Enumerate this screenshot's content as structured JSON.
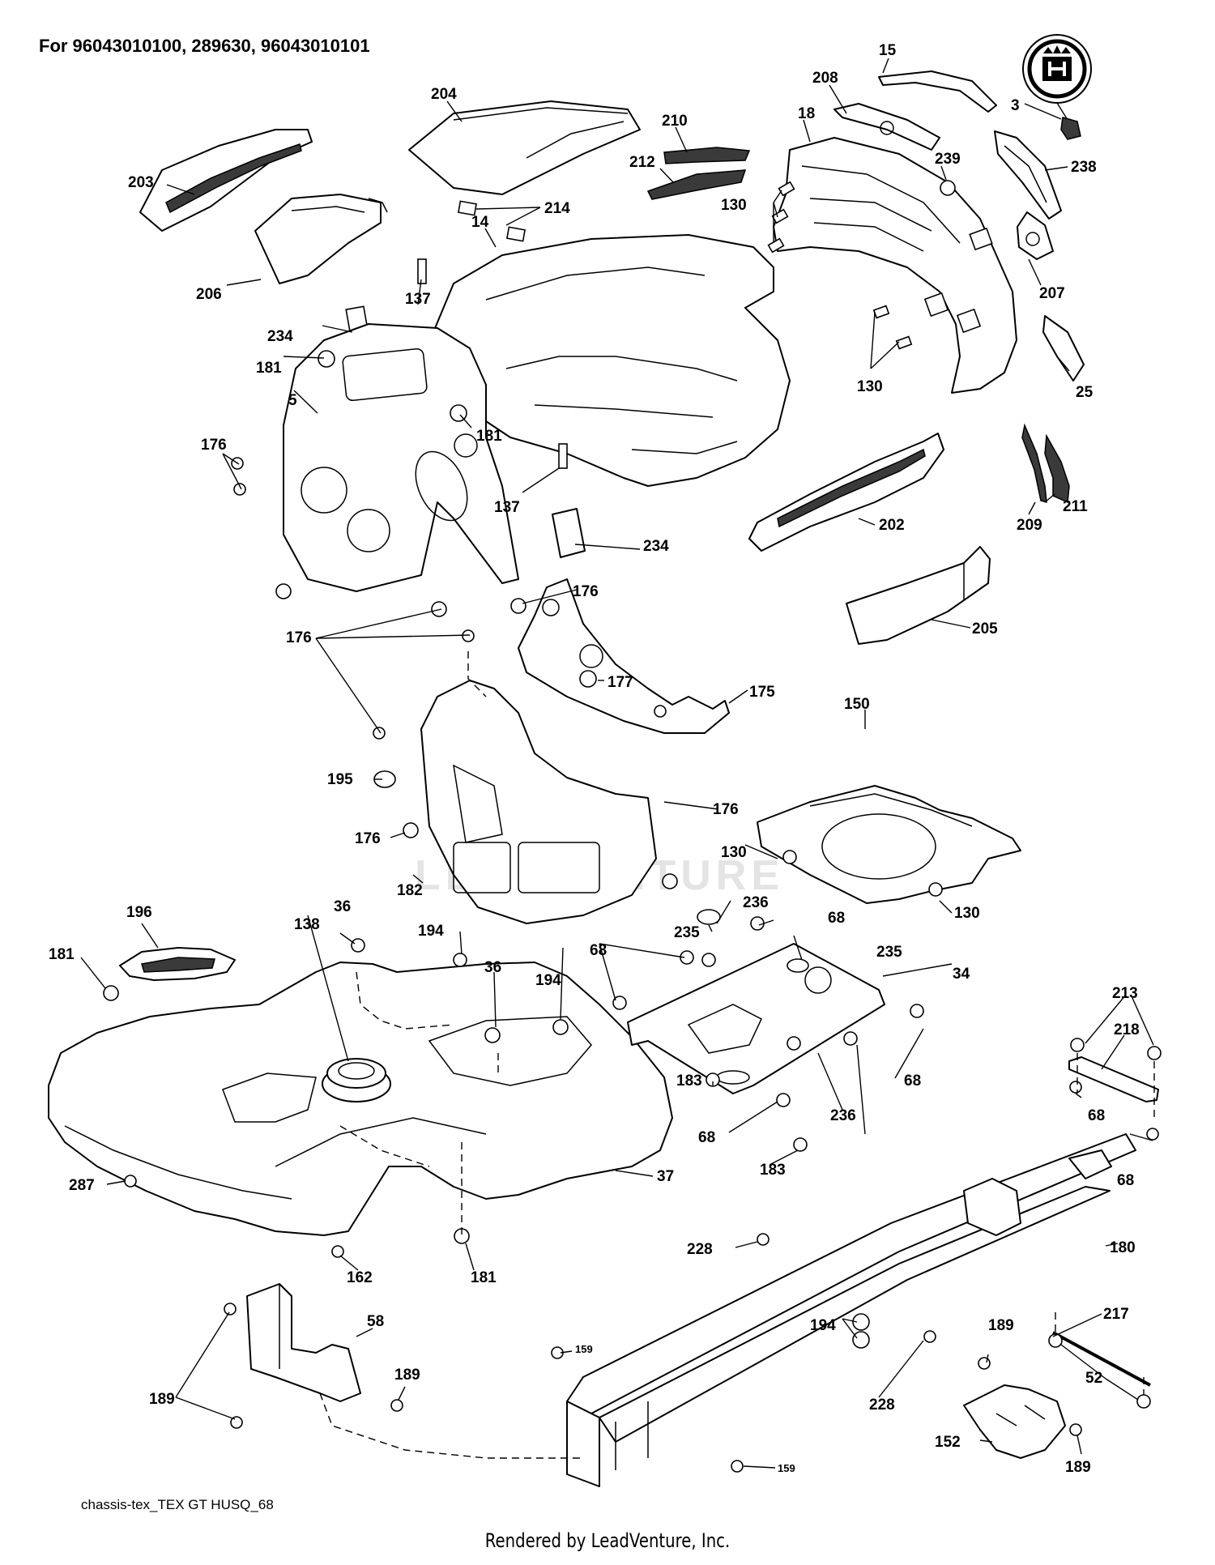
{
  "header": {
    "title": "For 96043010100, 289630, 96043010101"
  },
  "footer": {
    "diagram_code": "chassis-tex_TEX GT HUSQ_68",
    "rendered_by": "Rendered by LeadVenture, Inc."
  },
  "watermark": {
    "text": "LEADVENTURE"
  },
  "callouts": [
    {
      "id": "c15",
      "text": "15"
    },
    {
      "id": "c204",
      "text": "204"
    },
    {
      "id": "c208",
      "text": "208"
    },
    {
      "id": "c3",
      "text": "3"
    },
    {
      "id": "c210",
      "text": "210"
    },
    {
      "id": "c18",
      "text": "18"
    },
    {
      "id": "c212",
      "text": "212"
    },
    {
      "id": "c239",
      "text": "239"
    },
    {
      "id": "c238",
      "text": "238"
    },
    {
      "id": "c203",
      "text": "203"
    },
    {
      "id": "c214",
      "text": "214"
    },
    {
      "id": "c130a",
      "text": "130"
    },
    {
      "id": "c14",
      "text": "14"
    },
    {
      "id": "c207",
      "text": "207"
    },
    {
      "id": "c206",
      "text": "206"
    },
    {
      "id": "c137a",
      "text": "137"
    },
    {
      "id": "c234a",
      "text": "234"
    },
    {
      "id": "c130b",
      "text": "130"
    },
    {
      "id": "c25",
      "text": "25"
    },
    {
      "id": "c181a",
      "text": "181"
    },
    {
      "id": "c5",
      "text": "5"
    },
    {
      "id": "c181b",
      "text": "181"
    },
    {
      "id": "c176a",
      "text": "176"
    },
    {
      "id": "c137b",
      "text": "137"
    },
    {
      "id": "c211",
      "text": "211"
    },
    {
      "id": "c209",
      "text": "209"
    },
    {
      "id": "c202",
      "text": "202"
    },
    {
      "id": "c234b",
      "text": "234"
    },
    {
      "id": "c176b",
      "text": "176"
    },
    {
      "id": "c205",
      "text": "205"
    },
    {
      "id": "c176c",
      "text": "176"
    },
    {
      "id": "c177",
      "text": "177"
    },
    {
      "id": "c175",
      "text": "175"
    },
    {
      "id": "c150",
      "text": "150"
    },
    {
      "id": "c195",
      "text": "195"
    },
    {
      "id": "c176d",
      "text": "176"
    },
    {
      "id": "c176e",
      "text": "176"
    },
    {
      "id": "c130c",
      "text": "130"
    },
    {
      "id": "c182",
      "text": "182"
    },
    {
      "id": "c236a",
      "text": "236"
    },
    {
      "id": "c68a",
      "text": "68"
    },
    {
      "id": "c130d",
      "text": "130"
    },
    {
      "id": "c196",
      "text": "196"
    },
    {
      "id": "c36a",
      "text": "36"
    },
    {
      "id": "c138",
      "text": "138"
    },
    {
      "id": "c194a",
      "text": "194"
    },
    {
      "id": "c235a",
      "text": "235"
    },
    {
      "id": "c181c",
      "text": "181"
    },
    {
      "id": "c36b",
      "text": "36"
    },
    {
      "id": "c68b",
      "text": "68"
    },
    {
      "id": "c235b",
      "text": "235"
    },
    {
      "id": "c34",
      "text": "34"
    },
    {
      "id": "c194b",
      "text": "194"
    },
    {
      "id": "c213",
      "text": "213"
    },
    {
      "id": "c218",
      "text": "218"
    },
    {
      "id": "c68c",
      "text": "68"
    },
    {
      "id": "c183a",
      "text": "183"
    },
    {
      "id": "c236b",
      "text": "236"
    },
    {
      "id": "c68d",
      "text": "68"
    },
    {
      "id": "c68e",
      "text": "68"
    },
    {
      "id": "c183b",
      "text": "183"
    },
    {
      "id": "c37",
      "text": "37"
    },
    {
      "id": "c287",
      "text": "287"
    },
    {
      "id": "c68f",
      "text": "68"
    },
    {
      "id": "c228a",
      "text": "228"
    },
    {
      "id": "c180",
      "text": "180"
    },
    {
      "id": "c162",
      "text": "162"
    },
    {
      "id": "c181d",
      "text": "181"
    },
    {
      "id": "c217",
      "text": "217"
    },
    {
      "id": "c194c",
      "text": "194"
    },
    {
      "id": "c58",
      "text": "58"
    },
    {
      "id": "c189a",
      "text": "189"
    },
    {
      "id": "c159a",
      "text": "159"
    },
    {
      "id": "c189b",
      "text": "189"
    },
    {
      "id": "c52",
      "text": "52"
    },
    {
      "id": "c189c",
      "text": "189"
    },
    {
      "id": "c228b",
      "text": "228"
    },
    {
      "id": "c152",
      "text": "152"
    },
    {
      "id": "c159b",
      "text": "159"
    },
    {
      "id": "c189d",
      "text": "189"
    }
  ]
}
